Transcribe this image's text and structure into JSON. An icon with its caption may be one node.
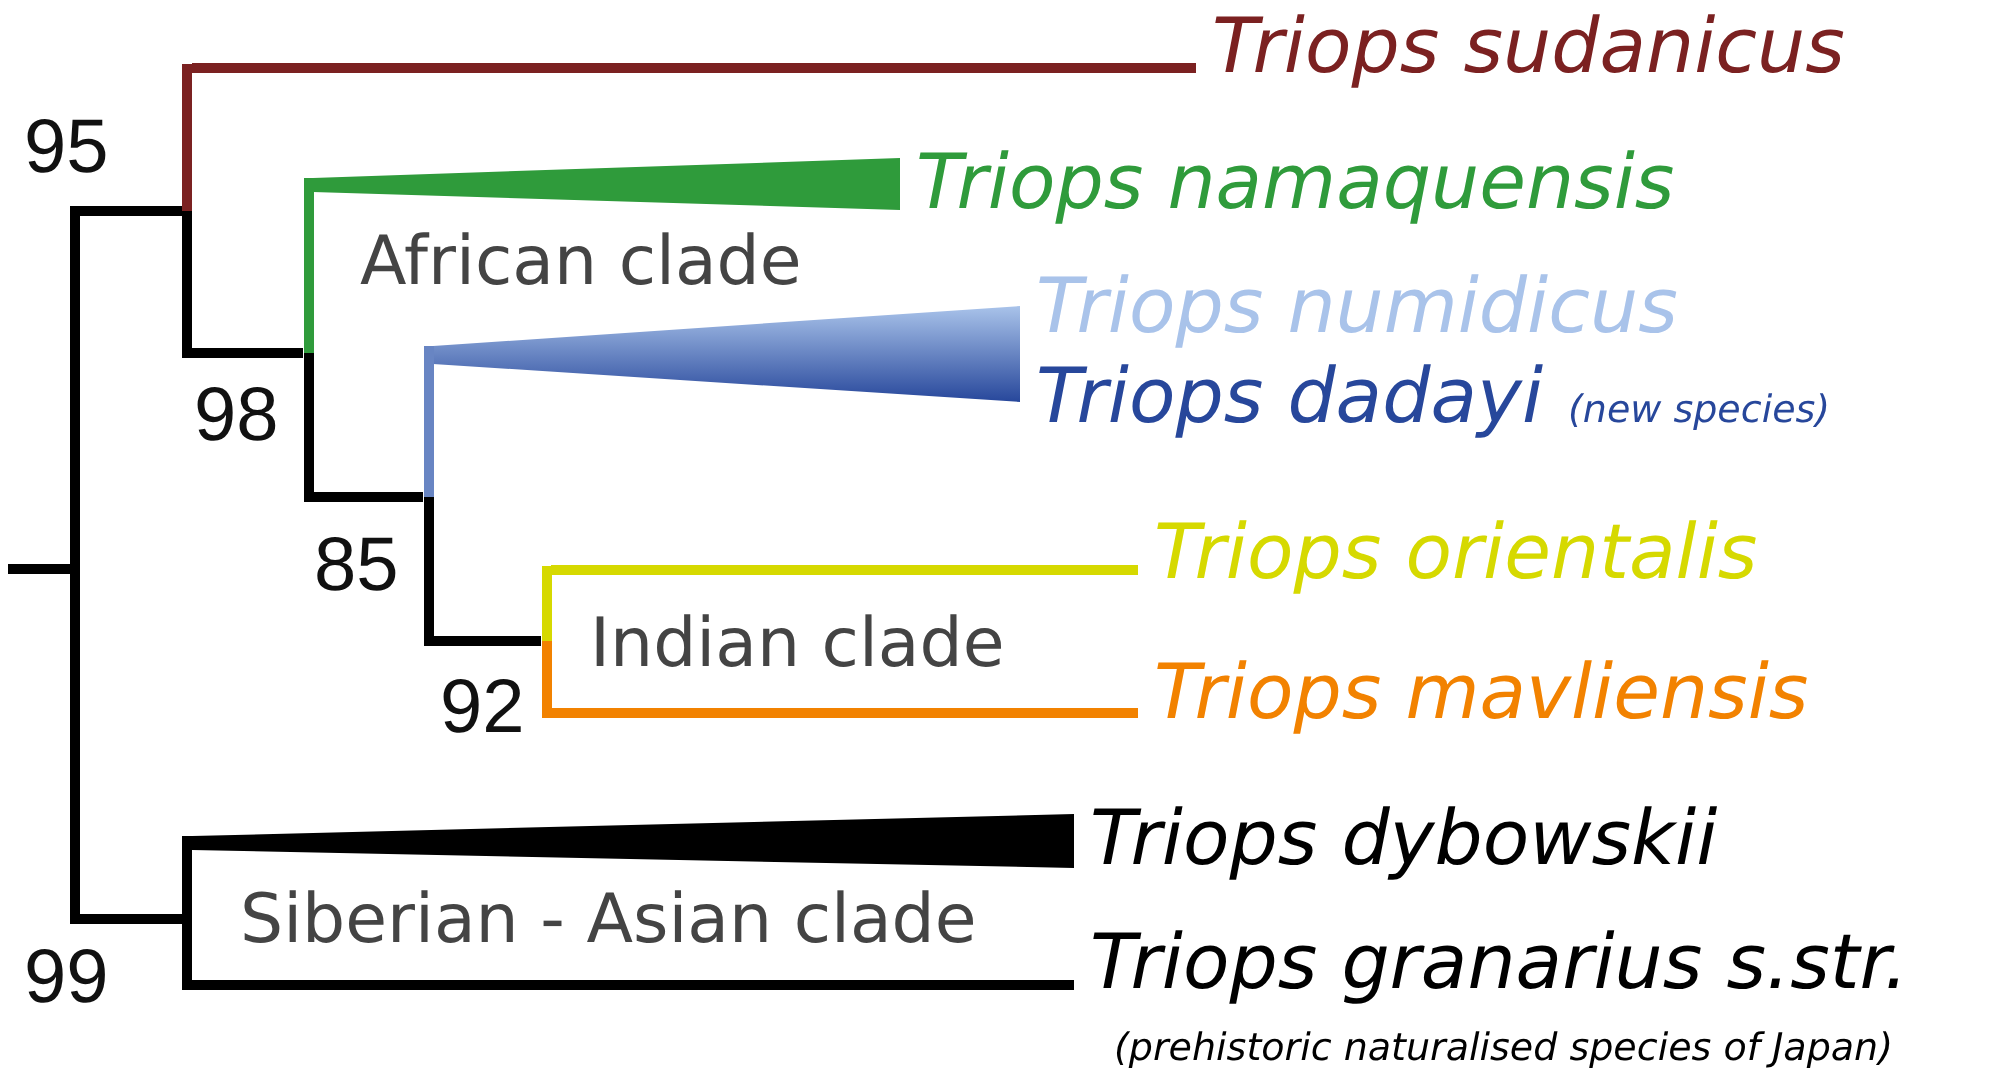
{
  "diagram": {
    "nodes": [
      {
        "text": [],
        "shape": "bar"
      },
      {
        "text": [],
        "shape": "bar"
      },
      {
        "text": [
          "Triops sudanicus"
        ]
      },
      {
        "text": [],
        "shape": "bar"
      },
      {
        "text": [
          "Triops namaquensis"
        ]
      },
      {
        "text": [],
        "shape": "bar"
      },
      {
        "text": [
          "Triops numidicus"
        ]
      },
      {
        "text": [
          "Triops dadayi"
        ],
        "beside": [
          "(new species)"
        ]
      },
      {
        "text": [],
        "shape": "bar"
      },
      {
        "text": [
          "Triops orientalis"
        ]
      },
      {
        "text": [
          "Triops mavliensis"
        ]
      },
      {
        "text": [],
        "shape": "bar"
      },
      {
        "text": [
          "Triops dybowskii"
        ]
      },
      {
        "text": [
          "Triops granarius s.str."
        ],
        "beside": [
          "(prehistoric naturalised species of Japan)"
        ]
      }
    ],
    "edges": [
      {
        "from": null,
        "to": 0,
        "arrow": "none"
      },
      {
        "from": 0,
        "to": 1,
        "arrow": "none"
      },
      {
        "from": 1,
        "to": 2,
        "arrow": "none",
        "color": "#7b2121"
      },
      {
        "from": 1,
        "to": 3,
        "arrow": "none"
      },
      {
        "from": 3,
        "to": 4,
        "arrow": "none",
        "style": "thick",
        "color": "#2f9b3b"
      },
      {
        "from": 3,
        "to": 5,
        "arrow": "none"
      },
      {
        "from": 5,
        "to": 6,
        "arrow": "none",
        "style": "thick",
        "color": "#a9c3ea"
      },
      {
        "from": 5,
        "to": 7,
        "arrow": "none",
        "style": "thick",
        "color": "#27479b"
      },
      {
        "from": 5,
        "to": 8,
        "arrow": "none"
      },
      {
        "from": 8,
        "to": 9,
        "arrow": "none",
        "color": "#d6d900"
      },
      {
        "from": 8,
        "to": 10,
        "arrow": "none",
        "color": "#f28200"
      },
      {
        "from": 0,
        "to": 11,
        "arrow": "none"
      },
      {
        "from": 11,
        "to": 12,
        "arrow": "none",
        "style": "thick"
      },
      {
        "from": 11,
        "to": 13,
        "arrow": "none"
      }
    ],
    "labels": [
      "95",
      "African clade",
      "98",
      "85",
      "Indian clade",
      "92",
      "Siberian - Asian clade",
      "99"
    ]
  }
}
